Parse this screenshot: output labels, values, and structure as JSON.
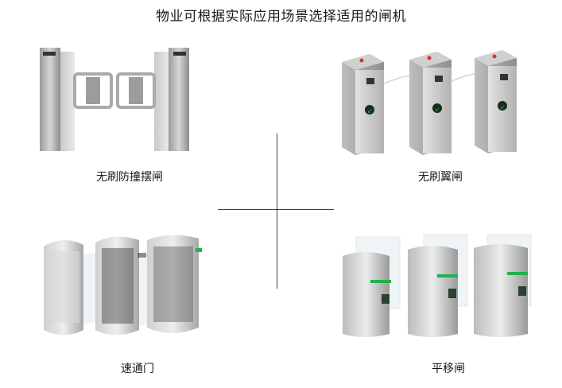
{
  "title": "物业可根据实际应用场景选择适用的闸机",
  "products": [
    {
      "label": "无刷防撞摆闸",
      "icon": "swing-gate-image"
    },
    {
      "label": "无刷翼闸",
      "icon": "flap-barrier-image"
    },
    {
      "label": "速通门",
      "icon": "speed-gate-image"
    },
    {
      "label": "平移闸",
      "icon": "sliding-gate-image"
    }
  ],
  "colors": {
    "steel_light": "#e8e8e8",
    "steel_mid": "#b8b8b8",
    "steel_dark": "#8a8a8a",
    "divider": "#2c4160",
    "indicator_green": "#22b14c",
    "indicator_red": "#d9342b"
  }
}
